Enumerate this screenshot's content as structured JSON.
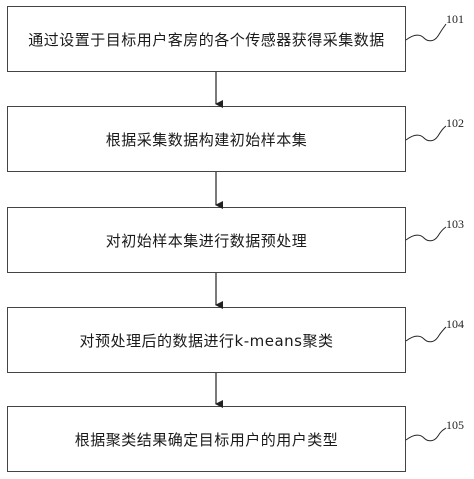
{
  "steps": [
    {
      "id": "101",
      "text": "通过设置于目标用户客房的各个传感器获得采集数据"
    },
    {
      "id": "102",
      "text": "根据采集数据构建初始样本集"
    },
    {
      "id": "103",
      "text": "对初始样本集进行数据预处理"
    },
    {
      "id": "104",
      "text": "对预处理后的数据进行k-means聚类"
    },
    {
      "id": "105",
      "text": "根据聚类结果确定目标用户的用户类型"
    }
  ]
}
